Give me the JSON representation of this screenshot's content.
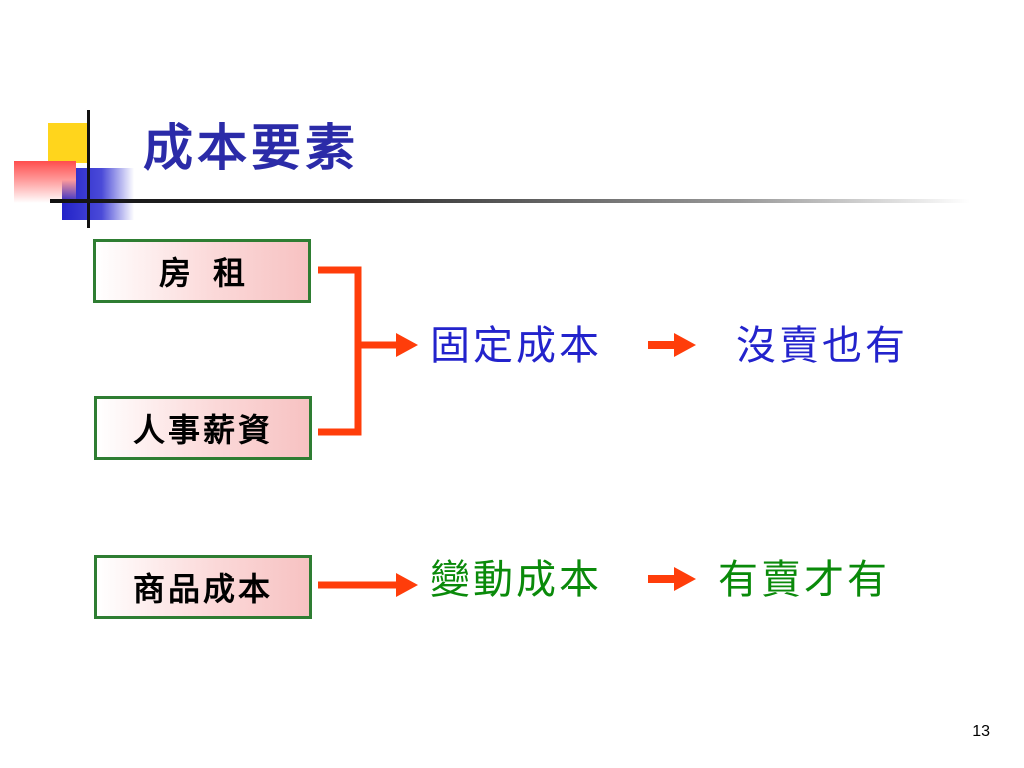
{
  "slide": {
    "title": "成本要素",
    "page_number": "13"
  },
  "boxes": {
    "rent": "房租",
    "salary": "人事薪資",
    "goods": "商品成本"
  },
  "fixed": {
    "label": "固定成本",
    "result": "沒賣也有",
    "color": "#2323cc"
  },
  "variable": {
    "label": "變動成本",
    "result": "有賣才有",
    "color": "#0a8a0a"
  },
  "colors": {
    "title": "#2b2ba8",
    "connector": "#ff3d0a",
    "box_border": "#2e7d32"
  }
}
